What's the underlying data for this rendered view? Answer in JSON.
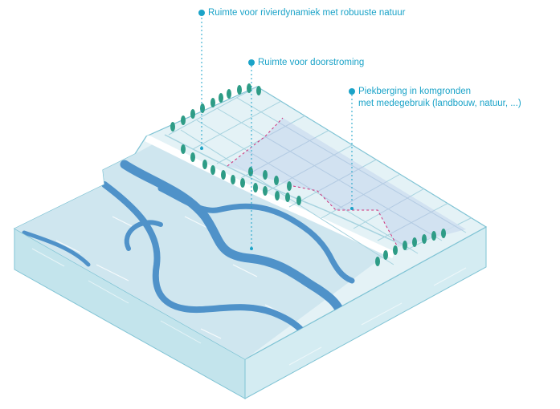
{
  "diagram": {
    "labels": [
      {
        "id": "rivierdynamiek",
        "text": "Ruimte voor rivierdynamiek met robuuste natuur"
      },
      {
        "id": "doorstroming",
        "text": "Ruimte voor doorstroming"
      },
      {
        "id": "piekberging",
        "line1": "Piekberging in komgronden",
        "line2": "met medegebruik (landbouw, natuur, ...)"
      }
    ]
  },
  "colors": {
    "label_accent": "#1aa3c8",
    "water_channel": "#4f92c9",
    "floodplain": "#d9edf3",
    "block_side": "#c7e6ee",
    "storage_area": "#cfdff0",
    "storage_boundary": "#d0307a",
    "trees": "#2e9c86"
  }
}
